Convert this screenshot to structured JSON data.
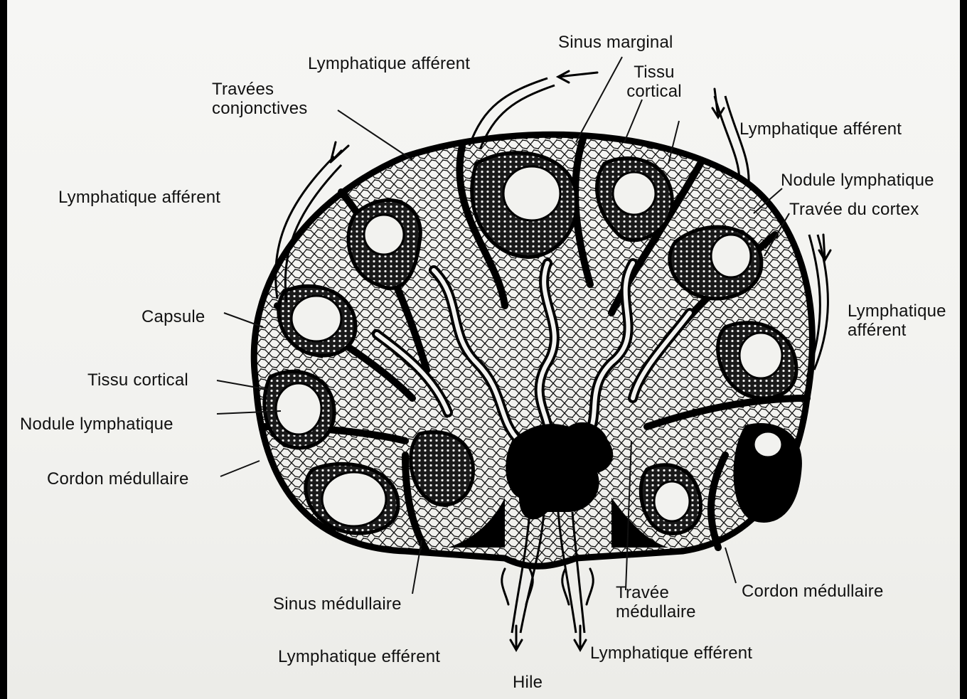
{
  "labels": {
    "sinus_marginal": "Sinus marginal",
    "lymph_aff_top": "Lymphatique afférent",
    "travees_conj_1": "Travées",
    "travees_conj_2": "conjonctives",
    "tissu_cortical_top_1": "Tissu",
    "tissu_cortical_top_2": "cortical",
    "lymph_aff_right_top": "Lymphatique afférent",
    "nodule_right": "Nodule lymphatique",
    "travee_cortex": "Travée du cortex",
    "lymph_aff_left": "Lymphatique afférent",
    "capsule": "Capsule",
    "lymph_aff_right_1": "Lymphatique",
    "lymph_aff_right_2": "afférent",
    "tissu_cortical_left": "Tissu cortical",
    "nodule_left": "Nodule lymphatique",
    "cordon_left": "Cordon médullaire",
    "sinus_medullaire": "Sinus médullaire",
    "travee_med_1": "Travée",
    "travee_med_2": "médullaire",
    "cordon_right": "Cordon médullaire",
    "lymph_eff_left": "Lymphatique efférent",
    "lymph_eff_right": "Lymphatique efférent",
    "hile": "Hile"
  }
}
